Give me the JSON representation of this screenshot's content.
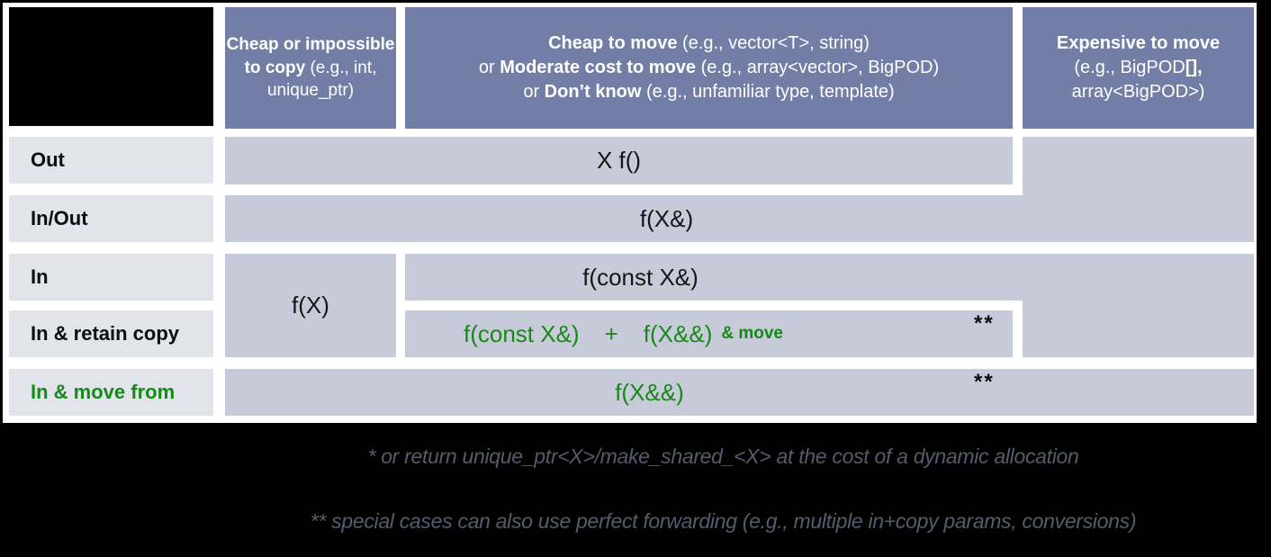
{
  "colors": {
    "canvas_bg": "#000000",
    "content_bg": "#ffffff",
    "header_bg": "#737ea6",
    "header_text": "#ffffff",
    "cell_bg": "#c7cad9",
    "cell_text": "#161616",
    "label_bg": "#e2e4ec",
    "green": "#168a16",
    "footnote_text": "#565c6b"
  },
  "header": {
    "col1": {
      "bold": "Cheap or impossible to copy",
      "rest": " (e.g., int, unique_ptr)"
    },
    "col2": {
      "line1_bold": "Cheap to move",
      "line1_rest": " (e.g., vector<T>, string)",
      "line2_pre": "or ",
      "line2_bold": "Moderate cost to move",
      "line2_rest": " (e.g., array<vector>, BigPOD)",
      "line3_pre": "or ",
      "line3_bold": "Don’t know",
      "line3_rest": " (e.g., unfamiliar type, template)"
    },
    "col3": {
      "line1": "Expensive to move",
      "line2_pre": "(e.g., BigPOD",
      "line2_bold": "[],",
      "line3": "array<BigPOD>)"
    }
  },
  "rows": [
    {
      "label": "Out"
    },
    {
      "label": "In/Out"
    },
    {
      "label": "In"
    },
    {
      "label": "In & retain copy"
    },
    {
      "label": "In & move from"
    }
  ],
  "cells": {
    "out": {
      "text": "X f()"
    },
    "in_out": {
      "text": "f(X&)"
    },
    "in_cheap_copy": {
      "text": "f(X)"
    },
    "in_const_ref": {
      "text": "f(const X&)"
    },
    "in_retain_copy": {
      "alt1": "f(const X&)",
      "plus": "+",
      "alt2": "f(X&&)",
      "and_move": "& move",
      "footnote_marker": "**"
    },
    "in_move_from": {
      "text": "f(X&&)",
      "footnote_marker": "**"
    }
  },
  "footnotes": {
    "star": "* or return unique_ptr<X>/make_shared_<X> at the cost of a dynamic allocation",
    "double_star": "** special cases can also use perfect forwarding (e.g., multiple in+copy params, conversions)"
  }
}
